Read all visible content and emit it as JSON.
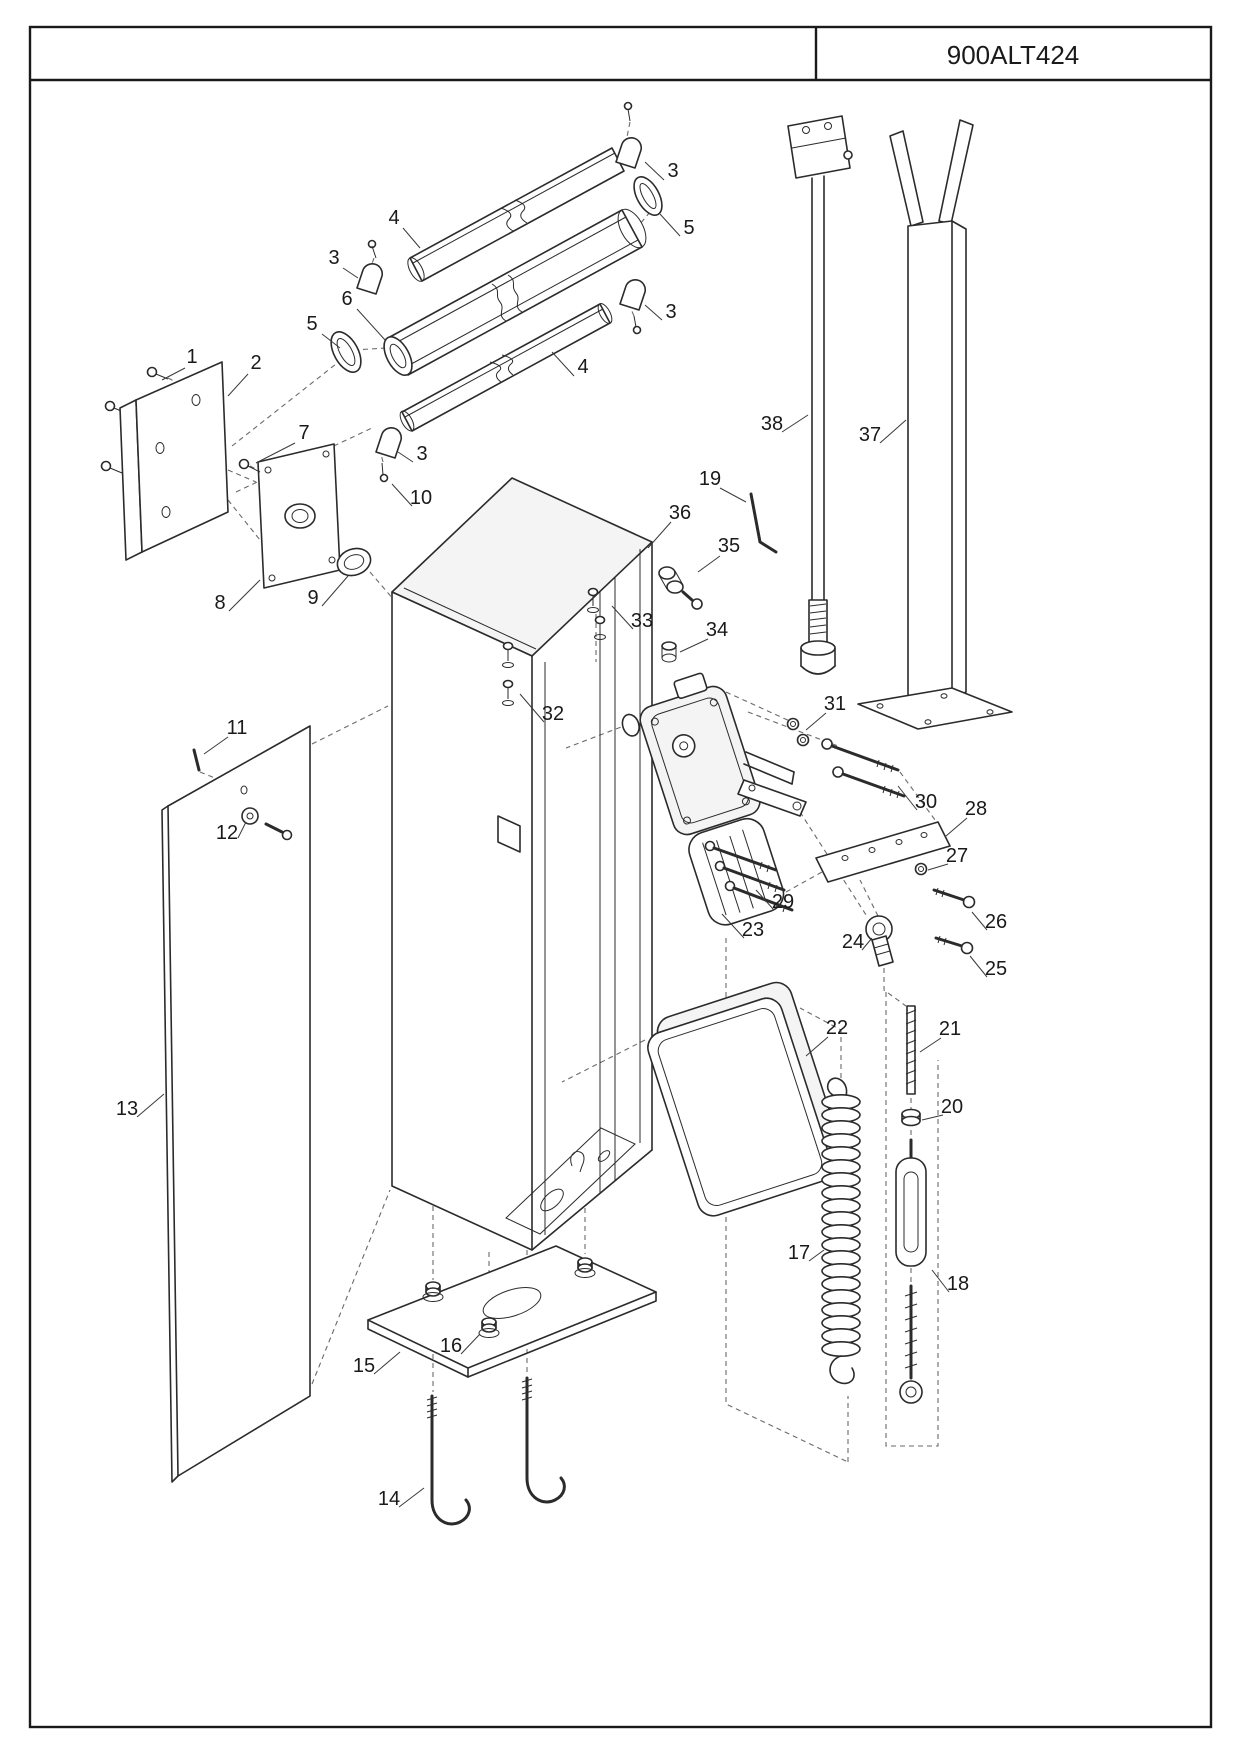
{
  "header": {
    "code": "900ALT424"
  },
  "colors": {
    "line": "#2b2b2b",
    "background": "#ffffff"
  },
  "callouts": [
    {
      "label": "1"
    },
    {
      "label": "2"
    },
    {
      "label": "3"
    },
    {
      "label": "4"
    },
    {
      "label": "5"
    },
    {
      "label": "3"
    },
    {
      "label": "6"
    },
    {
      "label": "3"
    },
    {
      "label": "5"
    },
    {
      "label": "4"
    },
    {
      "label": "7"
    },
    {
      "label": "3"
    },
    {
      "label": "10"
    },
    {
      "label": "38"
    },
    {
      "label": "37"
    },
    {
      "label": "19"
    },
    {
      "label": "36"
    },
    {
      "label": "35"
    },
    {
      "label": "8"
    },
    {
      "label": "9"
    },
    {
      "label": "33"
    },
    {
      "label": "34"
    },
    {
      "label": "32"
    },
    {
      "label": "31"
    },
    {
      "label": "11"
    },
    {
      "label": "30"
    },
    {
      "label": "28"
    },
    {
      "label": "12"
    },
    {
      "label": "27"
    },
    {
      "label": "29"
    },
    {
      "label": "26"
    },
    {
      "label": "23"
    },
    {
      "label": "24"
    },
    {
      "label": "25"
    },
    {
      "label": "22"
    },
    {
      "label": "21"
    },
    {
      "label": "20"
    },
    {
      "label": "13"
    },
    {
      "label": "17"
    },
    {
      "label": "18"
    },
    {
      "label": "16"
    },
    {
      "label": "15"
    },
    {
      "label": "14"
    }
  ]
}
